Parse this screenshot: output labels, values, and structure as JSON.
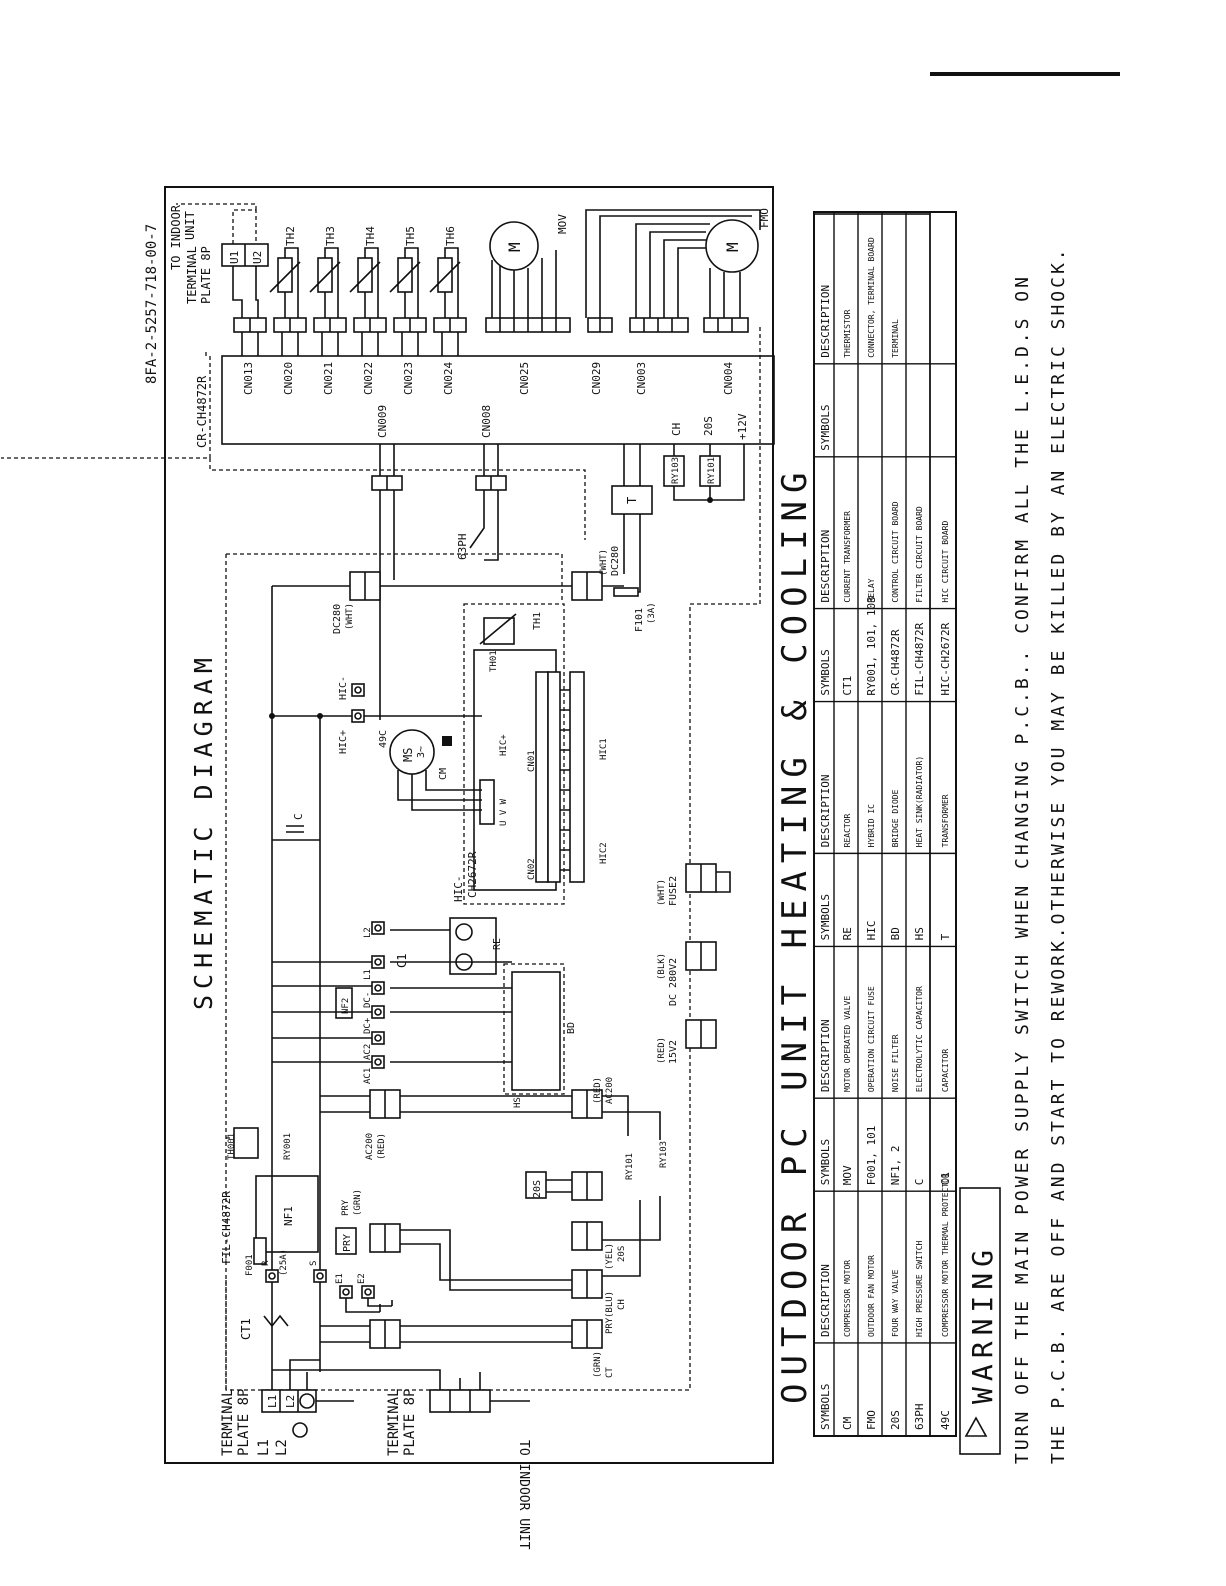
{
  "doc_code": "8FA-2-5257-718-00-7",
  "diagram_title": "SCHEMATIC DIAGRAM",
  "main_title": "OUTDOOR PC UNIT HEATING & COOLING",
  "warning_label": "WARNING",
  "warning_line1": "TURN OFF THE MAIN POWER SUPPLY SWITCH WHEN CHANGING P.C.B.. CONFIRM ALL THE L.E.D.S ON",
  "warning_line2": "THE P.C.B. ARE OFF AND START TO REWORK.OTHERWISE YOU MAY BE KILLED BY AN ELECTRIC SHOCK.",
  "labels": {
    "terminal_plate": "TERMINAL",
    "plate_8p": "PLATE 8P",
    "to_indoor": "TO INDOOR",
    "unit": "UNIT",
    "to_indoor_unit": "TO INDOOR UNIT",
    "l1": "L1",
    "l2": "L2",
    "u1": "U1",
    "u2": "U2",
    "ct1": "CT1",
    "fil_board": "FIL-CH4872R",
    "cr_board": "CR-CH4872R",
    "hic_board": "HIC-",
    "hic_board2": "CH2672R",
    "nf1": "NF1",
    "nf2": "NF2",
    "f001": "F001",
    "f001_rating": "(25A)",
    "th001": "TH001",
    "ry001": "RY001",
    "pry": "PRY",
    "pry_grn": "PRY",
    "grn": "(GRN)",
    "e1": "E1",
    "e2": "E2",
    "r": "R",
    "s": "S",
    "ac200": "AC200",
    "ac200_red": "(RED)",
    "ac1": "AC1",
    "ac2": "AC2",
    "dcp": "DC+",
    "dcm": "DC-",
    "l1c": "L1",
    "l2c": "L2",
    "c1": "C1",
    "re": "RE",
    "bd": "BD",
    "hs": "HS",
    "c": "C",
    "dc280": "DC280",
    "wht": "(WHT)",
    "hicp": "HIC+",
    "hicm": "HIC-",
    "ms": "MS",
    "ms3": "3~",
    "cm": "CM",
    "c49": "49C",
    "th1": "TH1",
    "th01": "TH01",
    "cn01": "CN01",
    "cn02": "CN02",
    "hic1": "HIC1",
    "hic2": "HIC2",
    "uvw": "U  V  W",
    "fuse2": "FUSE2",
    "dc280v2": "DC 280V2",
    "blk": "(BLK)",
    "v15": "15V2",
    "red": "(RED)",
    "ac200b": "AC200",
    "yel_20s": "20S",
    "yel": "(YEL)",
    "blu_ch": "CH",
    "blu": "(BLU)",
    "yel_pry": "PRY",
    "ct": "CT",
    "s20": "20S",
    "ry101": "RY101",
    "ry103": "RY103",
    "ph63": "63PH",
    "cn009": "CN009",
    "cn008": "CN008",
    "cn013": "CN013",
    "cn020": "CN020",
    "cn021": "CN021",
    "cn022": "CN022",
    "cn023": "CN023",
    "cn024": "CN024",
    "cn025": "CN025",
    "cn029": "CN029",
    "cn003": "CN003",
    "cn004": "CN004",
    "th2": "TH2",
    "th3": "TH3",
    "th4": "TH4",
    "th5": "TH5",
    "th6": "TH6",
    "mov": "MOV",
    "fmo": "FMO",
    "t": "T",
    "f101": "F101",
    "f101_rating": "(3A)",
    "ch": "CH",
    "s20b": "20S",
    "v12": "+12V",
    "ry103b": "RY103",
    "ry101b": "RY101",
    "m": "M"
  },
  "legend": {
    "headers": [
      "SYMBOLS",
      "DESCRIPTION"
    ],
    "columns": [
      [
        [
          "CM",
          "COMPRESSOR MOTOR"
        ],
        [
          "FMO",
          "OUTDOOR FAN MOTOR"
        ],
        [
          "20S",
          "FOUR WAY VALVE"
        ],
        [
          "63PH",
          "HIGH PRESSURE SWITCH"
        ],
        [
          "49C",
          "COMPRESSOR MOTOR THERMAL PROTECTOR"
        ]
      ],
      [
        [
          "MOV",
          "MOTOR OPERATED VALVE"
        ],
        [
          "F001, 101",
          "OPERATION CIRCUIT FUSE"
        ],
        [
          "NF1, 2",
          "NOISE FILTER"
        ],
        [
          "C",
          "ELECTROLYTIC CAPACITOR"
        ],
        [
          "C1",
          "CAPACITOR"
        ]
      ],
      [
        [
          "RE",
          "REACTOR"
        ],
        [
          "HIC",
          "HYBRID IC"
        ],
        [
          "BD",
          "BRIDGE DIODE"
        ],
        [
          "HS",
          "HEAT SINK(RADIATOR)"
        ],
        [
          "T",
          "TRANSFORMER"
        ]
      ],
      [
        [
          "CT1",
          "CURRENT TRANSFORMER"
        ],
        [
          "RY001, 101, 103",
          "RELAY"
        ],
        [
          "CR-CH4872R",
          "CONTROL CIRCUIT BOARD"
        ],
        [
          "FIL-CH4872R",
          "FILTER CIRCUIT BOARD"
        ],
        [
          "HIC-CH2672R",
          "HIC CIRCUIT BOARD"
        ]
      ],
      [
        [
          "",
          "THERMISTOR"
        ],
        [
          "",
          "CONNECTOR, TERMINAL BOARD"
        ],
        [
          "",
          "TERMINAL"
        ]
      ]
    ]
  }
}
